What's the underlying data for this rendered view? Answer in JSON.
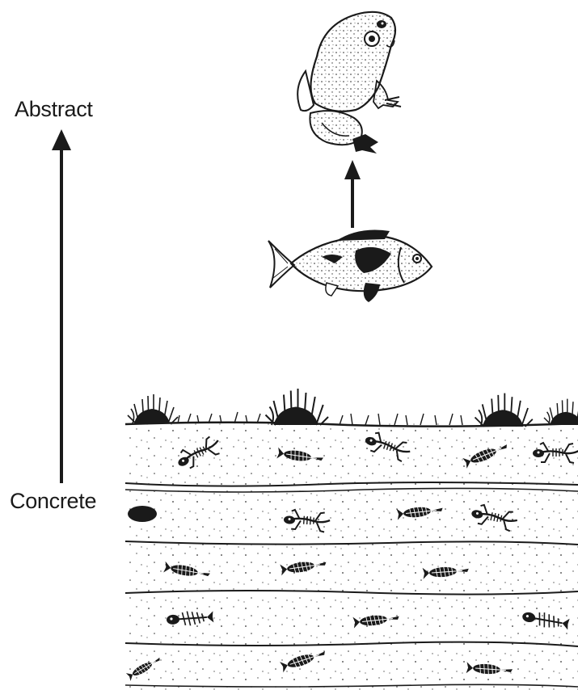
{
  "labels": {
    "top": "Abstract",
    "bottom": "Concrete"
  },
  "illustration": {
    "top_animal": "frog-icon",
    "middle_animal": "fish-icon",
    "ground": "sediment-strata",
    "fossils": "fossil-icon",
    "vegetation": "grass-tuft-icon",
    "ink_color": "#1a1a1a",
    "paper_color": "#ffffff"
  }
}
